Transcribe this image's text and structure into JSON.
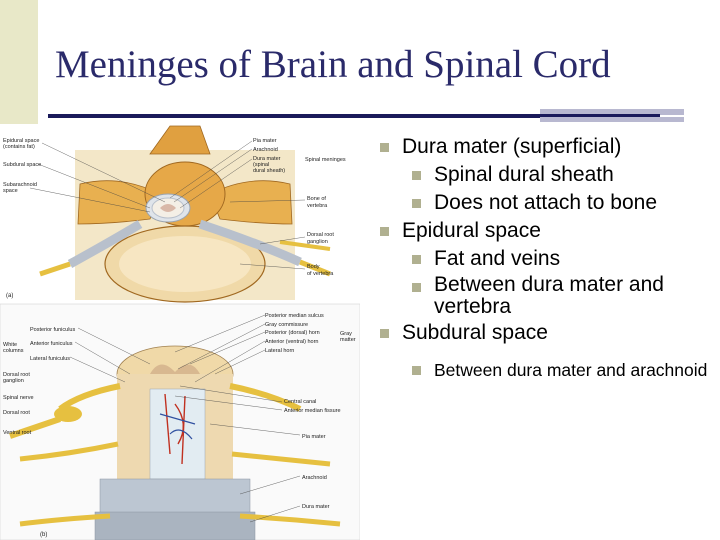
{
  "slide": {
    "title": "Meninges of Brain and Spinal Cord"
  },
  "bullets": [
    {
      "level": 1,
      "text": "Dura mater (superficial)"
    },
    {
      "level": 2,
      "text": "Spinal dural sheath"
    },
    {
      "level": 2,
      "text": "Does not attach to bone"
    },
    {
      "level": 1,
      "text": "Epidural space"
    },
    {
      "level": 2,
      "text": "Fat and veins"
    },
    {
      "level": 2,
      "text": "Between dura mater and vertebra"
    },
    {
      "level": 1,
      "text": "Subdural space"
    },
    {
      "level": 2,
      "text": "Between dura mater and arachnoid",
      "small": true
    }
  ],
  "figure_a": {
    "label": "(a)",
    "left_labels": [
      "Epidural space",
      "(contains fat)",
      "Subdural space",
      "Subarachnoid",
      "space"
    ],
    "right_labels": [
      "Pia mater",
      "Arachnoid",
      "Dura mater",
      "(spinal",
      "dural sheath)",
      "Spinal meninges",
      "Bone of",
      "vertebra",
      "Dorsal root",
      "ganglion",
      "Body",
      "of vertebra"
    ]
  },
  "figure_b": {
    "label": "(b)",
    "left_labels": [
      "Posterior funiculus",
      "White",
      "columns",
      "Anterior funiculus",
      "Lateral funiculus",
      "Dorsal root",
      "ganglion",
      "Spinal nerve",
      "Dorsal root",
      "Ventral root"
    ],
    "right_labels": [
      "Posterior median sulcus",
      "Gray commissure",
      "Posterior (dorsal) horn",
      "Anterior (ventral) horn",
      "Lateral horn",
      "Gray",
      "matter",
      "Central canal",
      "Anterior median fissure",
      "Pia mater",
      "Arachnoid",
      "Dura mater"
    ]
  },
  "colors": {
    "title": "#2a2a6a",
    "rule": "#1a1a5a",
    "bullet_square": "#b0b090",
    "bone": "#e0a040",
    "nerve": "#e6c040",
    "meninges": "#b8c0cc"
  }
}
